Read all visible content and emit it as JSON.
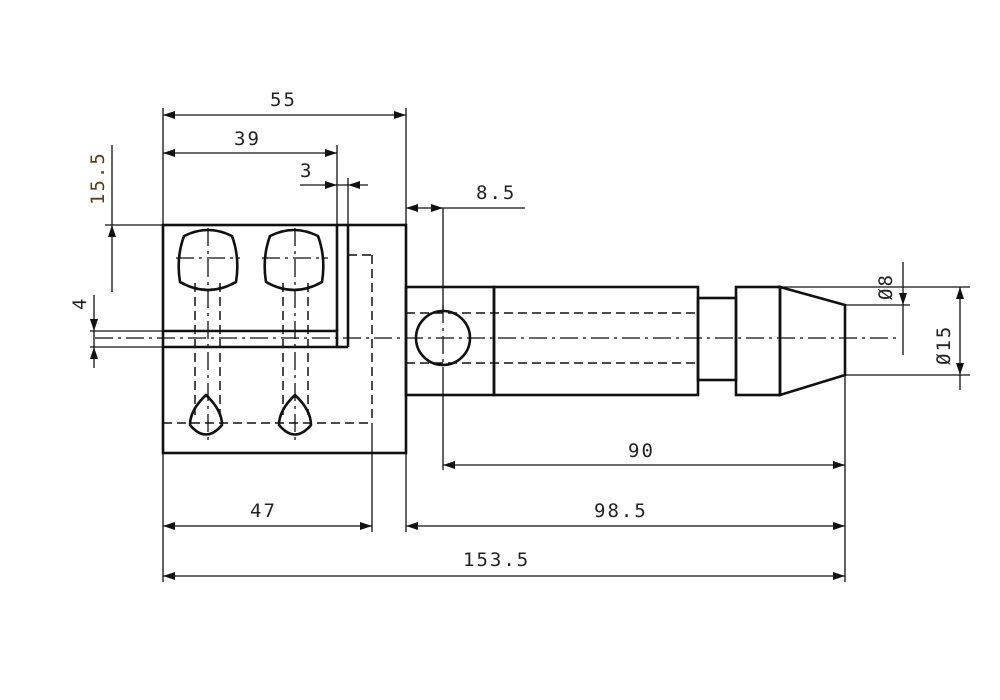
{
  "drawing": {
    "dimensions": {
      "d55": "55",
      "d39": "39",
      "d3": "3",
      "d15_5": "15.5",
      "d4": "4",
      "d8_5": "8.5",
      "dia8": "Ø8",
      "dia15": "Ø15",
      "d90": "90",
      "d47": "47",
      "d98_5": "98.5",
      "d153_5": "153.5"
    },
    "colors": {
      "line": "#111111",
      "text": "#222222",
      "accent_text": "#5a3d14",
      "background": "#ffffff"
    }
  }
}
